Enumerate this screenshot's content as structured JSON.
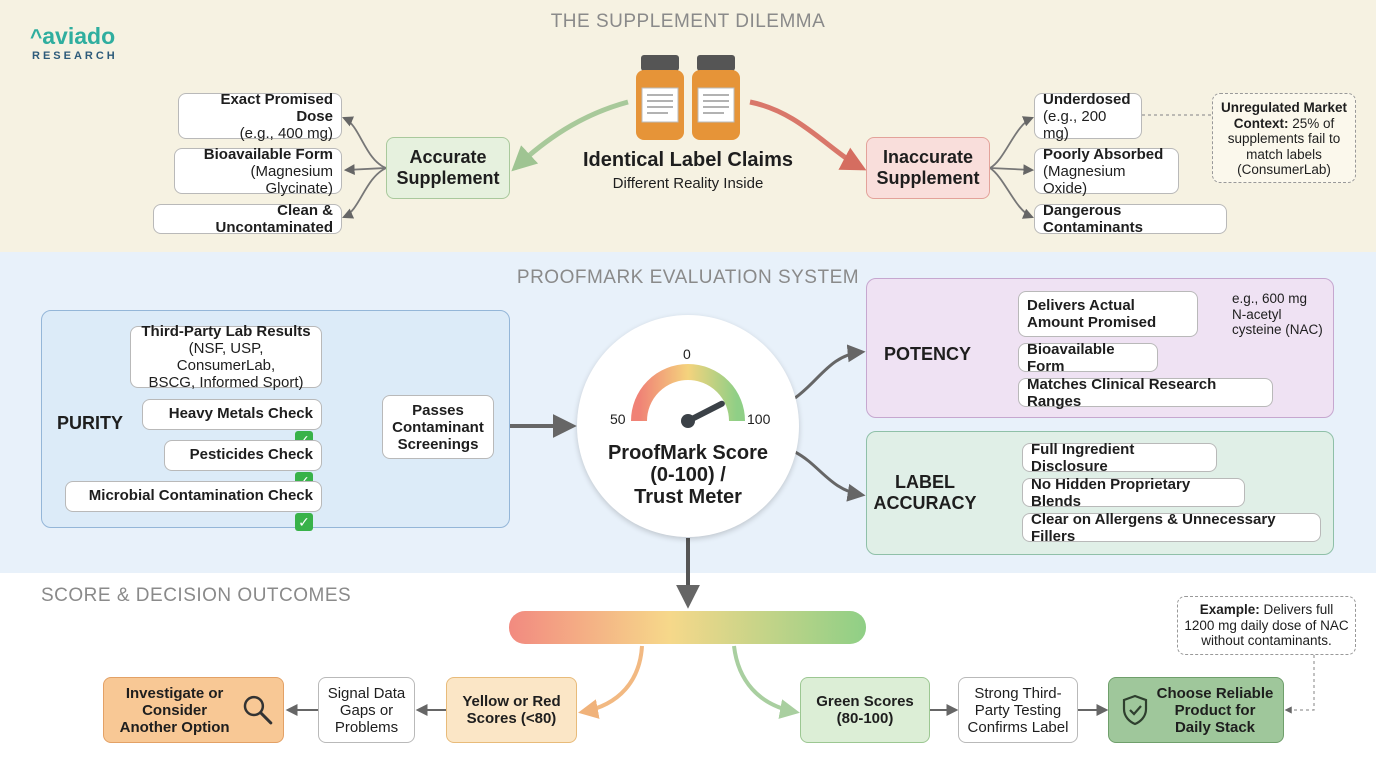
{
  "logo": {
    "name": "aviado",
    "sub": "RESEARCH",
    "accent": "#2fae9f"
  },
  "sections": {
    "dilemma": "THE SUPPLEMENT DILEMMA",
    "evaluation": "PROOFMARK EVALUATION SYSTEM",
    "outcomes": "SCORE & DECISION OUTCOMES"
  },
  "dilemma": {
    "center_title": "Identical Label Claims",
    "center_sub": "Different Reality Inside",
    "accurate": {
      "title_1": "Accurate",
      "title_2": "Supplement"
    },
    "inaccurate": {
      "title_1": "Inaccurate",
      "title_2": "Supplement"
    },
    "accurate_items": [
      {
        "main": "Exact Promised Dose",
        "sub": "(e.g., 400 mg)"
      },
      {
        "main": "Bioavailable Form",
        "sub": "(Magnesium Glycinate)"
      },
      {
        "main": "Clean & Uncontaminated",
        "sub": ""
      }
    ],
    "inaccurate_items": [
      {
        "main": "Underdosed",
        "sub": "(e.g., 200 mg)"
      },
      {
        "main": "Poorly Absorbed",
        "sub": "(Magnesium Oxide)"
      },
      {
        "main": "Dangerous Contaminants",
        "sub": ""
      }
    ],
    "market_note": {
      "bold": "Unregulated Market Context:",
      "text": "25% of supplements fail to match labels (ConsumerLab)"
    }
  },
  "purity": {
    "label": "PURITY",
    "lab": {
      "title": "Third-Party Lab Results",
      "line2": "(NSF, USP, ConsumerLab,",
      "line3": "BSCG, Informed Sport)"
    },
    "checks": [
      "Heavy Metals Check",
      "Pesticides Check",
      "Microbial Contamination Check"
    ],
    "passes": {
      "l1": "Passes",
      "l2": "Contaminant",
      "l3": "Screenings"
    }
  },
  "meter": {
    "tick_low": "50",
    "tick_mid": "0",
    "tick_high": "100",
    "title_1": "ProofMark Score",
    "title_2": "(0-100) /",
    "title_3": "Trust Meter",
    "needle_value": 85
  },
  "potency": {
    "label": "POTENCY",
    "items": [
      "Delivers Actual Amount Promised",
      "Bioavailable Form",
      "Matches Clinical Research Ranges"
    ],
    "note_1": "e.g., 600 mg",
    "note_2": "N-acetyl",
    "note_3": "cysteine (NAC)"
  },
  "label_accuracy": {
    "label_1": "LABEL",
    "label_2": "ACCURACY",
    "items": [
      "Full Ingredient Disclosure",
      "No Hidden Proprietary Blends",
      "Clear on Allergens & Unnecessary Fillers"
    ]
  },
  "outcomes": {
    "yellow_red": {
      "l1": "Yellow or Red",
      "l2": "Scores (<80)"
    },
    "signal": {
      "l1": "Signal Data",
      "l2": "Gaps or",
      "l3": "Problems"
    },
    "investigate": {
      "l1": "Investigate or",
      "l2": "Consider",
      "l3": "Another Option"
    },
    "green": {
      "l1": "Green Scores",
      "l2": "(80-100)"
    },
    "strong": {
      "l1": "Strong Third-",
      "l2": "Party Testing",
      "l3": "Confirms Label"
    },
    "choose": {
      "l1": "Choose Reliable",
      "l2": "Product for",
      "l3": "Daily Stack"
    },
    "example": {
      "bold": "Example:",
      "text": "Delivers full 1200 mg daily dose of NAC without contaminants."
    }
  },
  "colors": {
    "green_arrow": "#a8c99a",
    "red_arrow": "#d9776a",
    "accurate_fill": "#e6f1de",
    "inaccurate_fill": "#f9dedb",
    "purity_fill": "#dcebf8",
    "potency_fill": "#efe2f3",
    "label_fill": "#e0efe7",
    "investigate_fill": "#f8c895",
    "yellow_fill": "#fbe6c6",
    "green_fill": "#dceed6",
    "choose_fill": "#9fc79b"
  }
}
